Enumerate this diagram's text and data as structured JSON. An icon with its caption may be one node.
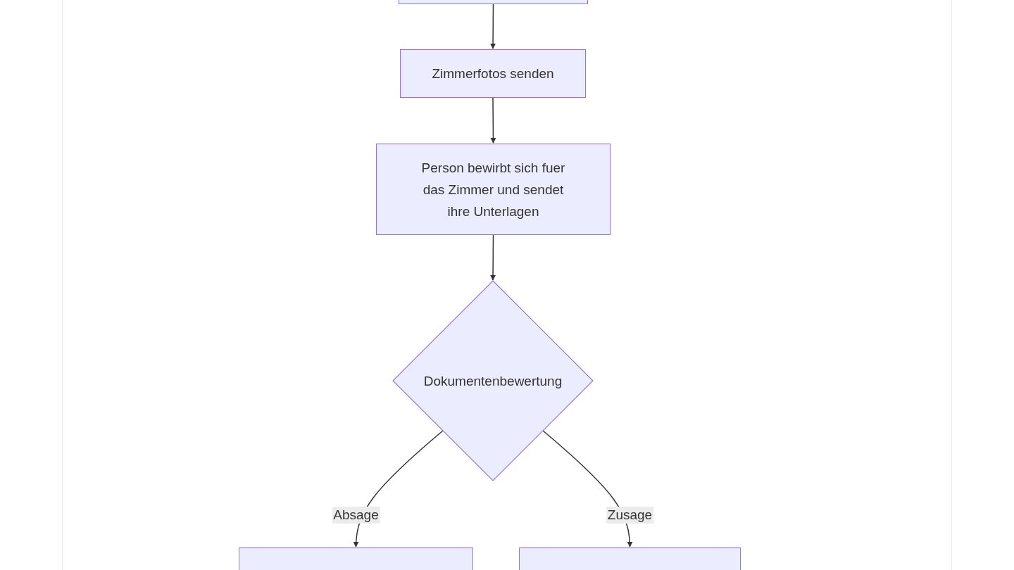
{
  "diagram": {
    "nodes": [
      {
        "text": [],
        "shape": "box"
      },
      {
        "text": [
          "Zimmerfotos senden"
        ]
      },
      {
        "text": [
          "Person bewirbt sich fuer das Zimmer und sendet ihre Unterlagen"
        ]
      },
      {
        "text": [
          "Dokumentenbewertung"
        ]
      },
      {
        "text": [],
        "shape": "box"
      },
      {
        "text": [],
        "shape": "box"
      }
    ],
    "edges": [
      {
        "from": 0,
        "to": 1,
        "arrow": "to"
      },
      {
        "from": 1,
        "to": 2,
        "arrow": "to"
      },
      {
        "from": 2,
        "to": 3,
        "arrow": "to"
      },
      {
        "from": 3,
        "to": 4,
        "arrow": "to",
        "label": "Absage"
      },
      {
        "from": 3,
        "to": 5,
        "arrow": "to",
        "label": "Zusage"
      }
    ]
  }
}
